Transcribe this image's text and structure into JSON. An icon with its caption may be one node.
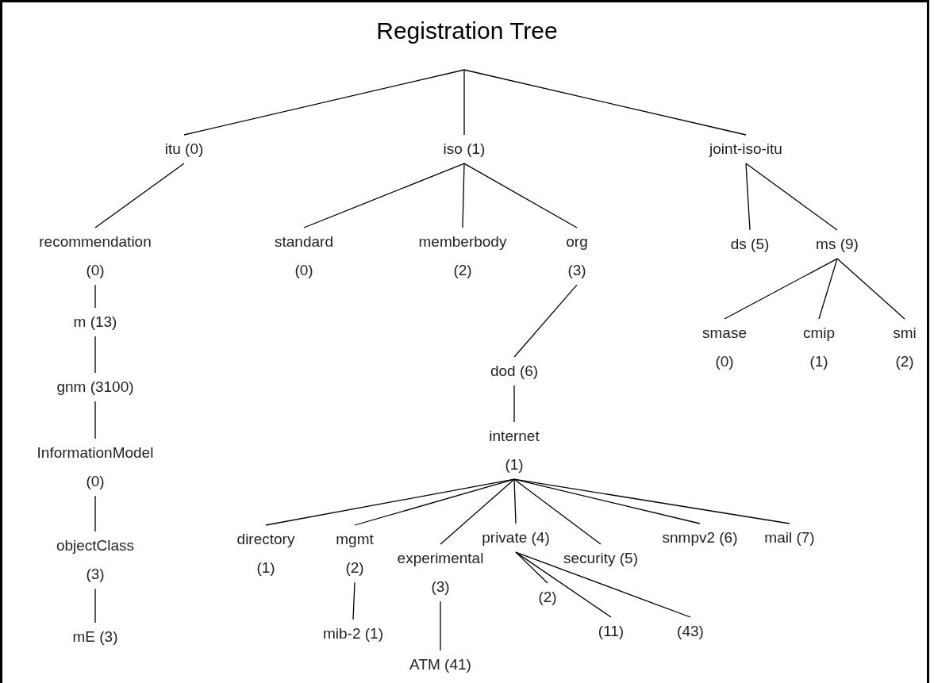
{
  "diagram": {
    "title": "Registration Tree",
    "nodes": [
      {
        "text": [
          "itu (0)"
        ]
      },
      {
        "text": [
          "iso (1)"
        ]
      },
      {
        "text": [
          "joint-iso-itu"
        ]
      },
      {
        "text": [
          "recommendation (0)"
        ]
      },
      {
        "text": [
          "m (13)"
        ]
      },
      {
        "text": [
          "gnm (3100)"
        ]
      },
      {
        "text": [
          "InformationModel (0)"
        ]
      },
      {
        "text": [
          "objectClass (3)"
        ]
      },
      {
        "text": [
          "mE (3)"
        ]
      },
      {
        "text": [
          "standard (0)"
        ]
      },
      {
        "text": [
          "memberbody (2)"
        ]
      },
      {
        "text": [
          "org (3)"
        ]
      },
      {
        "text": [
          "ds (5)"
        ]
      },
      {
        "text": [
          "ms (9)"
        ]
      },
      {
        "text": [
          "smase (0)"
        ]
      },
      {
        "text": [
          "cmip (1)"
        ]
      },
      {
        "text": [
          "smi (2)"
        ]
      },
      {
        "text": [
          "dod (6)"
        ]
      },
      {
        "text": [
          "internet (1)"
        ]
      },
      {
        "text": [
          "directory (1)"
        ]
      },
      {
        "text": [
          "mgmt (2)"
        ]
      },
      {
        "text": [
          "experimental (3)"
        ]
      },
      {
        "text": [
          "private (4)"
        ]
      },
      {
        "text": [
          "security (5)"
        ]
      },
      {
        "text": [
          "snmpv2 (6)"
        ]
      },
      {
        "text": [
          "mail (7)"
        ]
      },
      {
        "text": [
          "mib-2 (1)"
        ]
      },
      {
        "text": [
          "ATM (41)"
        ]
      },
      {
        "text": [
          "(2)"
        ]
      },
      {
        "text": [
          "(11)"
        ]
      },
      {
        "text": [
          "(43)"
        ]
      }
    ],
    "edges": [
      {
        "from": null,
        "to": 0,
        "arrow": "none"
      },
      {
        "from": null,
        "to": 1,
        "arrow": "none"
      },
      {
        "from": null,
        "to": 2,
        "arrow": "none"
      },
      {
        "from": 0,
        "to": 3,
        "arrow": "none"
      },
      {
        "from": 3,
        "to": 4,
        "arrow": "none"
      },
      {
        "from": 4,
        "to": 5,
        "arrow": "none"
      },
      {
        "from": 5,
        "to": 6,
        "arrow": "none"
      },
      {
        "from": 6,
        "to": 7,
        "arrow": "none"
      },
      {
        "from": 7,
        "to": 8,
        "arrow": "none"
      },
      {
        "from": 1,
        "to": 9,
        "arrow": "none"
      },
      {
        "from": 1,
        "to": 10,
        "arrow": "none"
      },
      {
        "from": 1,
        "to": 11,
        "arrow": "none"
      },
      {
        "from": 2,
        "to": 12,
        "arrow": "none"
      },
      {
        "from": 2,
        "to": 13,
        "arrow": "none"
      },
      {
        "from": 13,
        "to": 14,
        "arrow": "none"
      },
      {
        "from": 13,
        "to": 15,
        "arrow": "none"
      },
      {
        "from": 13,
        "to": 16,
        "arrow": "none"
      },
      {
        "from": 11,
        "to": 17,
        "arrow": "none"
      },
      {
        "from": 17,
        "to": 18,
        "arrow": "none"
      },
      {
        "from": 18,
        "to": 19,
        "arrow": "none"
      },
      {
        "from": 18,
        "to": 20,
        "arrow": "none"
      },
      {
        "from": 18,
        "to": 21,
        "arrow": "none"
      },
      {
        "from": 18,
        "to": 22,
        "arrow": "none"
      },
      {
        "from": 18,
        "to": 23,
        "arrow": "none"
      },
      {
        "from": 18,
        "to": 24,
        "arrow": "none"
      },
      {
        "from": 18,
        "to": 25,
        "arrow": "none"
      },
      {
        "from": 20,
        "to": 26,
        "arrow": "none"
      },
      {
        "from": 21,
        "to": 27,
        "arrow": "none"
      },
      {
        "from": 22,
        "to": 28,
        "arrow": "none"
      },
      {
        "from": 22,
        "to": 29,
        "arrow": "none"
      },
      {
        "from": 22,
        "to": 30,
        "arrow": "none"
      }
    ]
  }
}
